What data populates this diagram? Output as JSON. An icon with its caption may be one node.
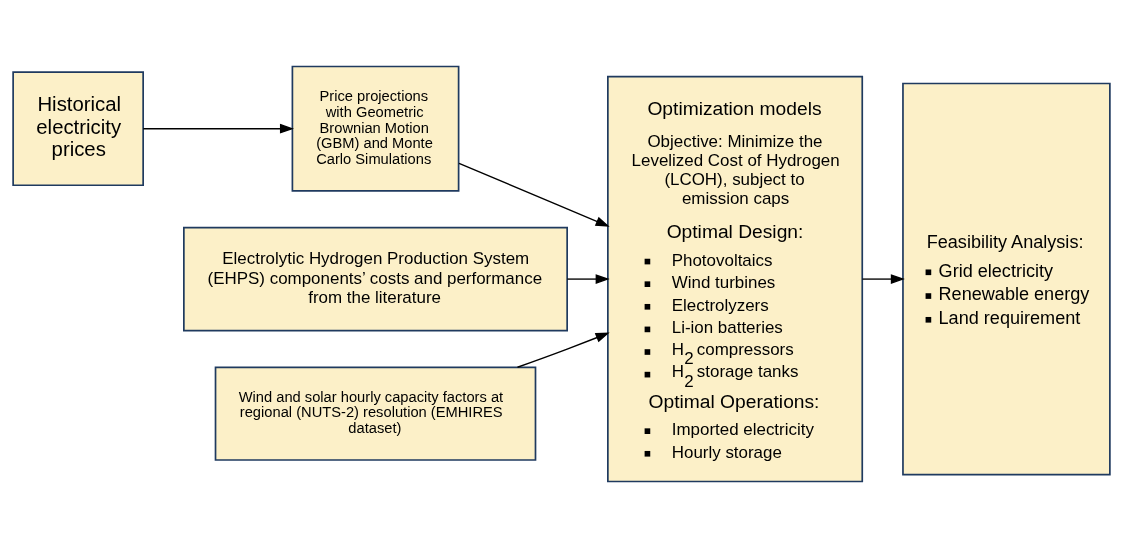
{
  "diagram": {
    "nodes": [
      {
        "text": [
          "Historical electricity prices"
        ]
      },
      {
        "text": [
          "Price projections with Geometric Brownian Motion (GBM) and Monte Carlo Simulations"
        ]
      },
      {
        "text": [
          "Optimization models",
          "Objective: Minimize the Levelized Cost of Hydrogen (LCOH), subject to emission caps",
          "Optimal Design:",
          "Photovoltaics",
          "Wind turbines",
          "Electrolyzers",
          "Li-ion batteries",
          "H$_{2}$ compressors",
          "H$_{2}$ storage tanks",
          "Optimal Operations:",
          "Imported electricity",
          "Hourly storage"
        ]
      },
      {
        "text": [
          "Electrolytic Hydrogen Production System (EHPS) components’ costs and performance from the literature"
        ]
      },
      {
        "text": [
          "Wind and solar hourly capacity factors at regional (NUTS-2) resolution (EMHIRES dataset)"
        ]
      },
      {
        "text": [
          "Feasibility Analysis:",
          "Grid electricity",
          "Renewable energy",
          "Land requirement"
        ]
      }
    ],
    "edges": [
      {
        "from": 0,
        "to": 1,
        "arrow": "to"
      },
      {
        "from": 1,
        "to": 2,
        "arrow": "to"
      },
      {
        "from": 3,
        "to": 2,
        "arrow": "to"
      },
      {
        "from": 4,
        "to": 2,
        "arrow": "to"
      },
      {
        "from": 2,
        "to": 5,
        "arrow": "to"
      }
    ]
  }
}
